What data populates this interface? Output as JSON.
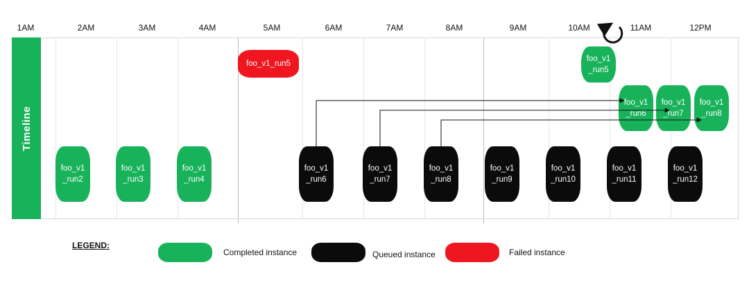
{
  "hours": [
    "1AM",
    "2AM",
    "3AM",
    "4AM",
    "5AM",
    "6AM",
    "7AM",
    "8AM",
    "9AM",
    "10AM",
    "11AM",
    "12PM"
  ],
  "timeline_label": "Timeline",
  "colors": {
    "completed": "#18b25a",
    "queued": "#0b0b0b",
    "failed": "#ef1620"
  },
  "nodes": [
    {
      "label": "foo_v1\n_run2",
      "status": "completed",
      "hour": "2AM"
    },
    {
      "label": "foo_v1\n_run3",
      "status": "completed",
      "hour": "3AM"
    },
    {
      "label": "foo_v1\n_run4",
      "status": "completed",
      "hour": "4AM"
    },
    {
      "label": "foo_v1_run5",
      "status": "failed",
      "hour": "5AM"
    },
    {
      "label": "foo_v1\n_run6",
      "status": "queued",
      "hour": "6AM"
    },
    {
      "label": "foo_v1\n_run7",
      "status": "queued",
      "hour": "7AM"
    },
    {
      "label": "foo_v1\n_run8",
      "status": "queued",
      "hour": "8AM"
    },
    {
      "label": "foo_v1\n_run9",
      "status": "queued",
      "hour": "9AM"
    },
    {
      "label": "foo_v1\n_run10",
      "status": "queued",
      "hour": "10AM"
    },
    {
      "label": "foo_v1\n_run11",
      "status": "queued",
      "hour": "11AM"
    },
    {
      "label": "foo_v1\n_run12",
      "status": "queued",
      "hour": "12PM"
    },
    {
      "label": "foo_v1\n_run5",
      "status": "completed",
      "hour": "10AM"
    },
    {
      "label": "foo_v1\n_run6",
      "status": "completed",
      "hour": "11AM"
    },
    {
      "label": "foo_v1\n_run7",
      "status": "completed",
      "hour": "11AM"
    },
    {
      "label": "foo_v1\n_run8",
      "status": "completed",
      "hour": "12PM"
    }
  ],
  "arrows": [
    {
      "from": "foo_v1_run6 (queued)",
      "to": "foo_v1_run6 (completed)"
    },
    {
      "from": "foo_v1_run7 (queued)",
      "to": "foo_v1_run7 (completed)"
    },
    {
      "from": "foo_v1_run8 (queued)",
      "to": "foo_v1_run8 (completed)"
    }
  ],
  "retry_icon": "circular-arrow-icon",
  "legend": {
    "title": "LEGEND:",
    "items": [
      {
        "label": "Completed instance",
        "status": "completed"
      },
      {
        "label": "Queued instance",
        "status": "queued"
      },
      {
        "label": "Failed instance",
        "status": "failed"
      }
    ]
  }
}
